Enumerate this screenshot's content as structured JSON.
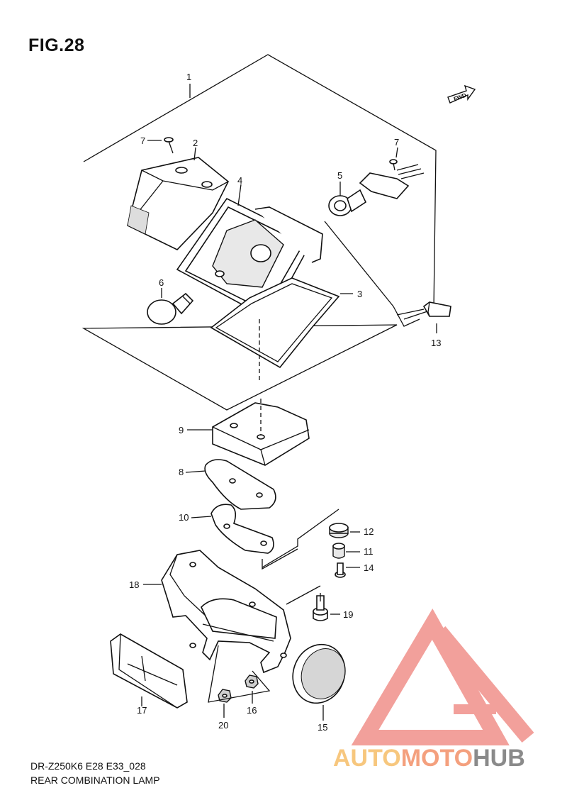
{
  "figure_title": "FIG.28",
  "footer": {
    "model_code": "DR-Z250K6 E28 E33_028",
    "title": "REAR COMBINATION LAMP"
  },
  "fwd_label": "FWD",
  "watermark": {
    "part1": "AUTO",
    "part2": "MOTO",
    "part3": "HUB",
    "colors": {
      "triangle": "#f0908a",
      "auto": "#f7c77e",
      "moto": "#f4a07e",
      "hub": "#8a8a8a"
    }
  },
  "callouts": [
    "1",
    "2",
    "3",
    "4",
    "5",
    "6",
    "7",
    "7",
    "8",
    "9",
    "10",
    "11",
    "12",
    "13",
    "14",
    "15",
    "16",
    "17",
    "18",
    "19",
    "20"
  ]
}
